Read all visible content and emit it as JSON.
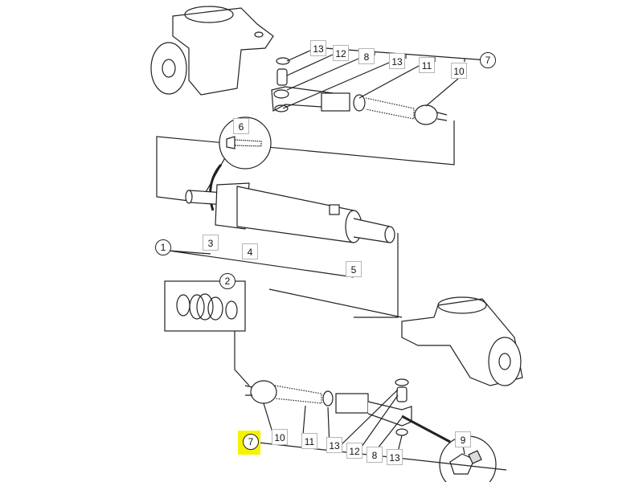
{
  "diagram": {
    "callouts_top": [
      "13",
      "12",
      "8",
      "13",
      "11",
      "7",
      "10"
    ],
    "callout_6": "6",
    "callouts_cylinder": [
      "1",
      "3",
      "4",
      "5",
      "2"
    ],
    "callouts_bottom": [
      "7",
      "10",
      "11",
      "13",
      "12",
      "8",
      "13",
      "9"
    ],
    "highlight_color": "#f7f300",
    "highlighted_callout": "7"
  }
}
